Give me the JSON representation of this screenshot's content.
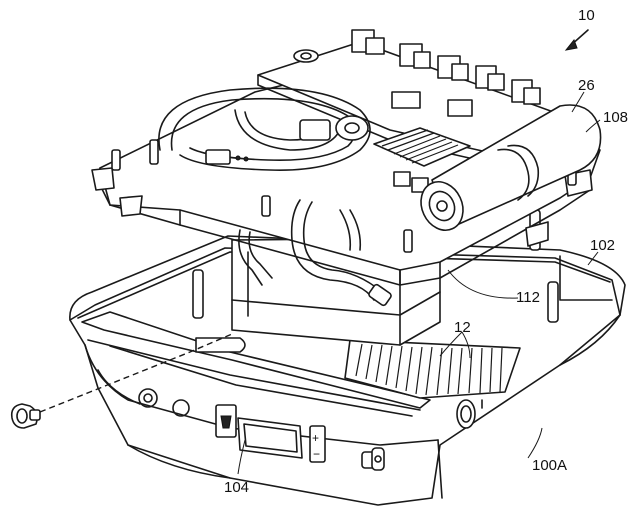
{
  "labels": {
    "r10": "10",
    "r26": "26",
    "r108": "108",
    "r102": "102",
    "r112": "112",
    "r12": "12",
    "r104": "104",
    "r100a": "100A"
  },
  "panel_symbols": {
    "plus": "+",
    "minus": "−"
  }
}
